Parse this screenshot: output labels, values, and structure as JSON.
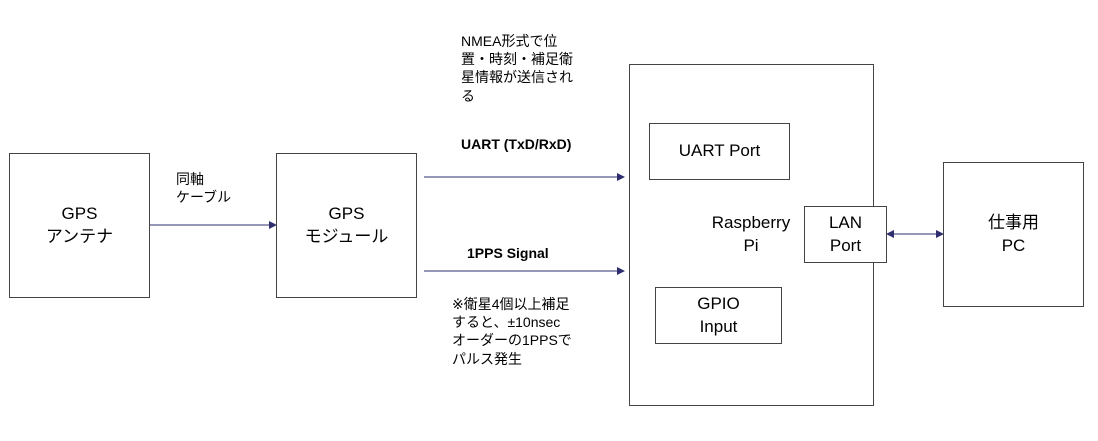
{
  "diagram": {
    "gps_antenna": {
      "label": "GPS\nアンテナ"
    },
    "gps_module": {
      "label": "GPS\nモジュール"
    },
    "raspberry_pi": {
      "label": "Raspberry\nPi",
      "uart_port": "UART Port",
      "gpio_input": "GPIO\nInput",
      "lan_port": "LAN\nPort"
    },
    "work_pc": {
      "label": "仕事用\nPC"
    },
    "coax_label": "同軸\nケーブル",
    "uart_label": "UART (TxD/RxD)",
    "nmea_note": "NMEA形式で位\n置・時刻・補足衛\n星情報が送信され\nる",
    "pps_label": "1PPS Signal",
    "pps_note": "※衛星4個以上補足\nすると、±10nsec\nオーダーの1PPSで\nパルス発生"
  },
  "colors": {
    "box_border": "#444444",
    "arrow": "#2e2e6e"
  }
}
